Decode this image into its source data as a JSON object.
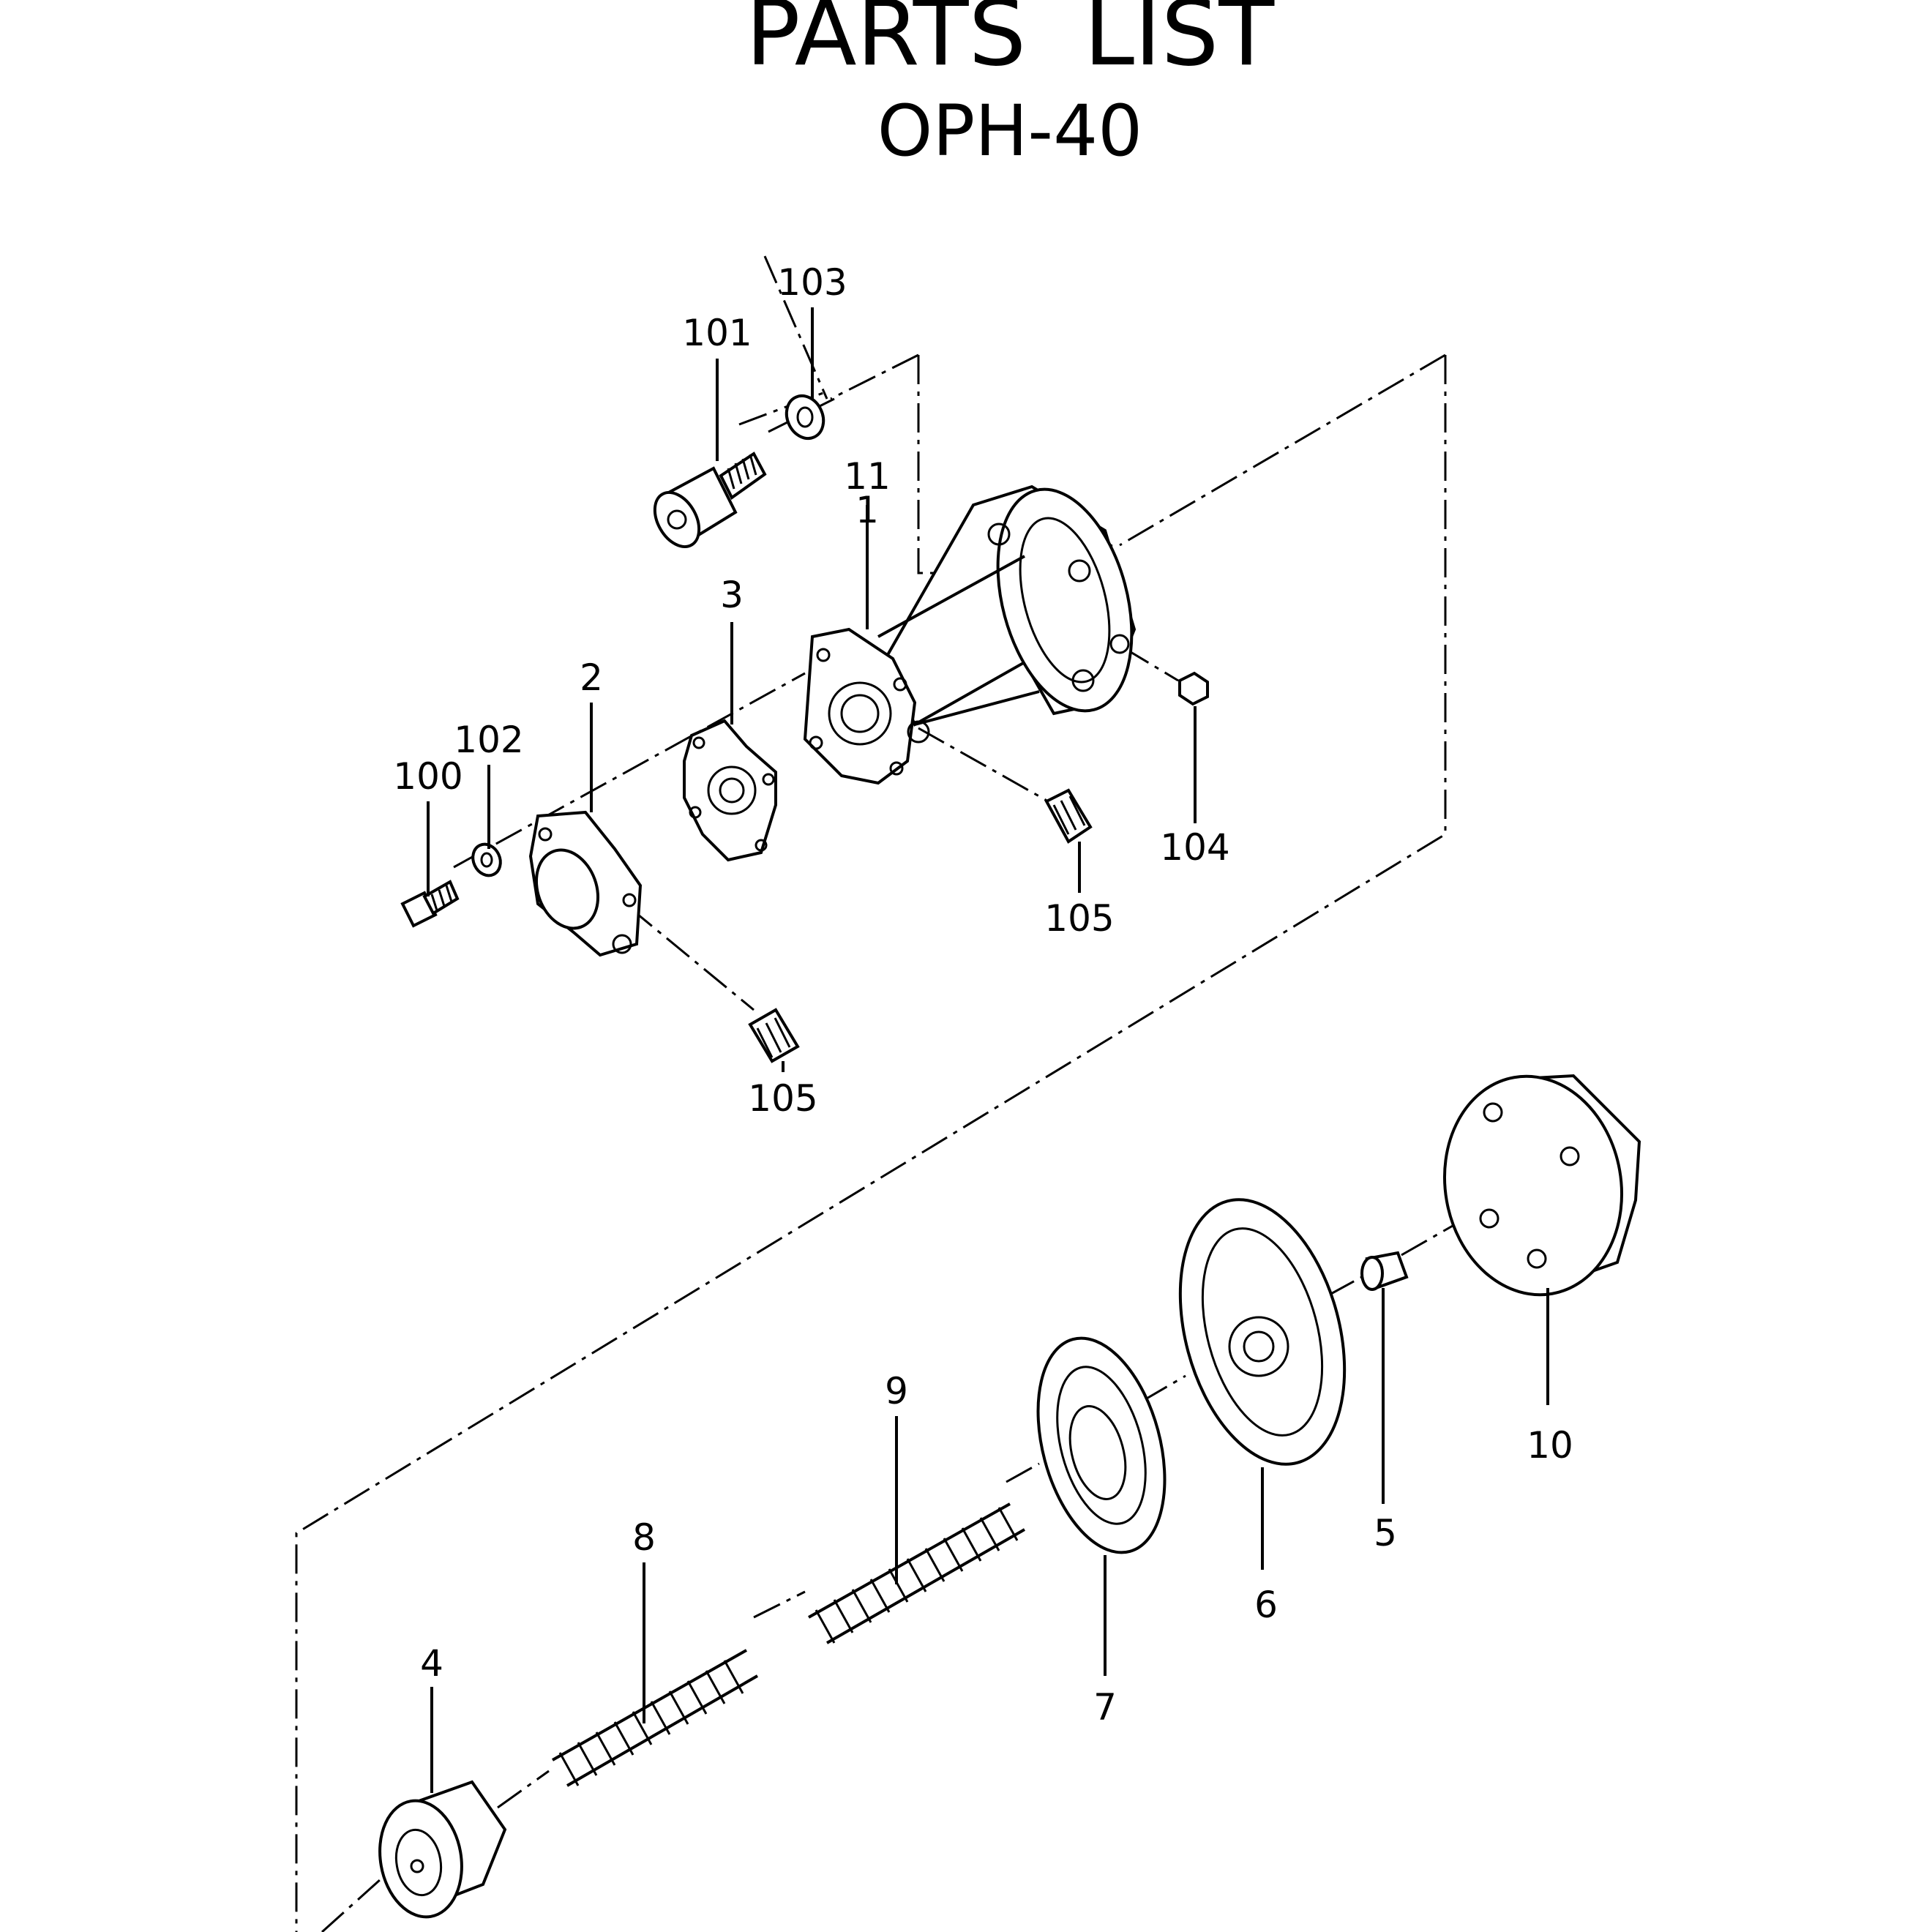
{
  "header": {
    "title": "PARTS  LIST",
    "model": "OPH-40"
  },
  "callouts": {
    "p1": "1",
    "p2": "2",
    "p3": "3",
    "p4": "4",
    "p5": "5",
    "p6": "6",
    "p7": "7",
    "p8": "8",
    "p9": "9",
    "p10": "10",
    "p11": "11",
    "p100": "100",
    "p101": "101",
    "p102": "102",
    "p103": "103",
    "p104": "104",
    "p105a": "105",
    "p105b": "105"
  }
}
